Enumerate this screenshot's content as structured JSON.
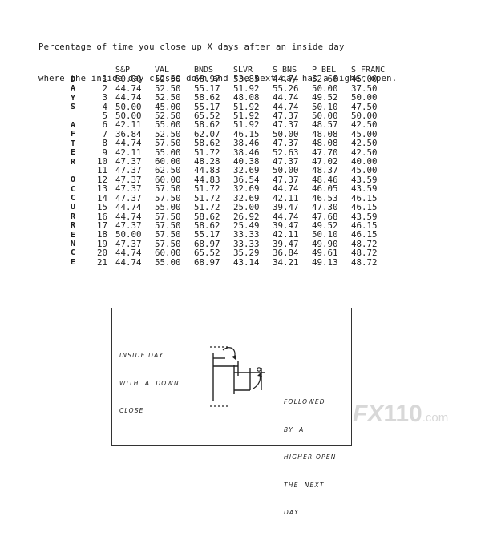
{
  "heading": {
    "line1": "Percentage of time you close up X days after an inside day",
    "line2": "where the inside day closes down and the next day has a higher open."
  },
  "side_label": [
    "D",
    "A",
    "Y",
    "S",
    "",
    "A",
    "F",
    "T",
    "E",
    "R",
    "",
    "O",
    "C",
    "C",
    "U",
    "R",
    "R",
    "E",
    "N",
    "C",
    "E"
  ],
  "table": {
    "columns": [
      "S&P",
      "VAL",
      "BNDS",
      "SLVR",
      "S BNS",
      "P BEL",
      "S FRANC"
    ],
    "rows": [
      {
        "day": "1",
        "values": [
          "50.00",
          "52.50",
          "68.97",
          "53.85",
          "44.74",
          "52.66",
          "45.00"
        ]
      },
      {
        "day": "2",
        "values": [
          "44.74",
          "52.50",
          "55.17",
          "51.92",
          "55.26",
          "50.00",
          "37.50"
        ]
      },
      {
        "day": "3",
        "values": [
          "44.74",
          "52.50",
          "58.62",
          "48.08",
          "44.74",
          "49.52",
          "50.00"
        ]
      },
      {
        "day": "4",
        "values": [
          "50.00",
          "45.00",
          "55.17",
          "51.92",
          "44.74",
          "50.10",
          "47.50"
        ]
      },
      {
        "day": "5",
        "values": [
          "50.00",
          "52.50",
          "65.52",
          "51.92",
          "47.37",
          "50.00",
          "50.00"
        ]
      },
      {
        "day": "6",
        "values": [
          "42.11",
          "55.00",
          "58.62",
          "51.92",
          "47.37",
          "48.57",
          "42.50"
        ]
      },
      {
        "day": "7",
        "values": [
          "36.84",
          "52.50",
          "62.07",
          "46.15",
          "50.00",
          "48.08",
          "45.00"
        ]
      },
      {
        "day": "8",
        "values": [
          "44.74",
          "57.50",
          "58.62",
          "38.46",
          "47.37",
          "48.08",
          "42.50"
        ]
      },
      {
        "day": "9",
        "values": [
          "42.11",
          "55.00",
          "51.72",
          "38.46",
          "52.63",
          "47.70",
          "42.50"
        ]
      },
      {
        "day": "10",
        "values": [
          "47.37",
          "60.00",
          "48.28",
          "40.38",
          "47.37",
          "47.02",
          "40.00"
        ]
      },
      {
        "day": "11",
        "values": [
          "47.37",
          "62.50",
          "44.83",
          "32.69",
          "50.00",
          "48.37",
          "45.00"
        ]
      },
      {
        "day": "12",
        "values": [
          "47.37",
          "60.00",
          "44.83",
          "36.54",
          "47.37",
          "48.46",
          "43.59"
        ]
      },
      {
        "day": "13",
        "values": [
          "47.37",
          "57.50",
          "51.72",
          "32.69",
          "44.74",
          "46.05",
          "43.59"
        ]
      },
      {
        "day": "14",
        "values": [
          "47.37",
          "57.50",
          "51.72",
          "32.69",
          "42.11",
          "46.53",
          "46.15"
        ]
      },
      {
        "day": "15",
        "values": [
          "44.74",
          "55.00",
          "51.72",
          "25.00",
          "39.47",
          "47.30",
          "46.15"
        ]
      },
      {
        "day": "16",
        "values": [
          "44.74",
          "57.50",
          "58.62",
          "26.92",
          "44.74",
          "47.68",
          "43.59"
        ]
      },
      {
        "day": "17",
        "values": [
          "47.37",
          "57.50",
          "58.62",
          "25.49",
          "39.47",
          "49.52",
          "46.15"
        ]
      },
      {
        "day": "18",
        "values": [
          "50.00",
          "57.50",
          "55.17",
          "33.33",
          "42.11",
          "50.10",
          "46.15"
        ]
      },
      {
        "day": "19",
        "values": [
          "47.37",
          "57.50",
          "68.97",
          "33.33",
          "39.47",
          "49.90",
          "48.72"
        ]
      },
      {
        "day": "20",
        "values": [
          "44.74",
          "60.00",
          "65.52",
          "35.29",
          "36.84",
          "49.61",
          "48.72"
        ]
      },
      {
        "day": "21",
        "values": [
          "44.74",
          "55.00",
          "68.97",
          "43.14",
          "34.21",
          "49.13",
          "48.72"
        ]
      }
    ]
  },
  "diagram": {
    "left_note": [
      "INSIDE DAY",
      "WITH  A  DOWN",
      "CLOSE"
    ],
    "right_note": [
      "FOLLOWED",
      "BY  A",
      "HIGHER OPEN",
      "THE  NEXT",
      "DAY"
    ]
  },
  "watermark": {
    "fx": "FX",
    "num": "110",
    "com": ".com"
  },
  "colors": {
    "ink": "#1e1e1e",
    "watermark": "#d8d8d8"
  }
}
